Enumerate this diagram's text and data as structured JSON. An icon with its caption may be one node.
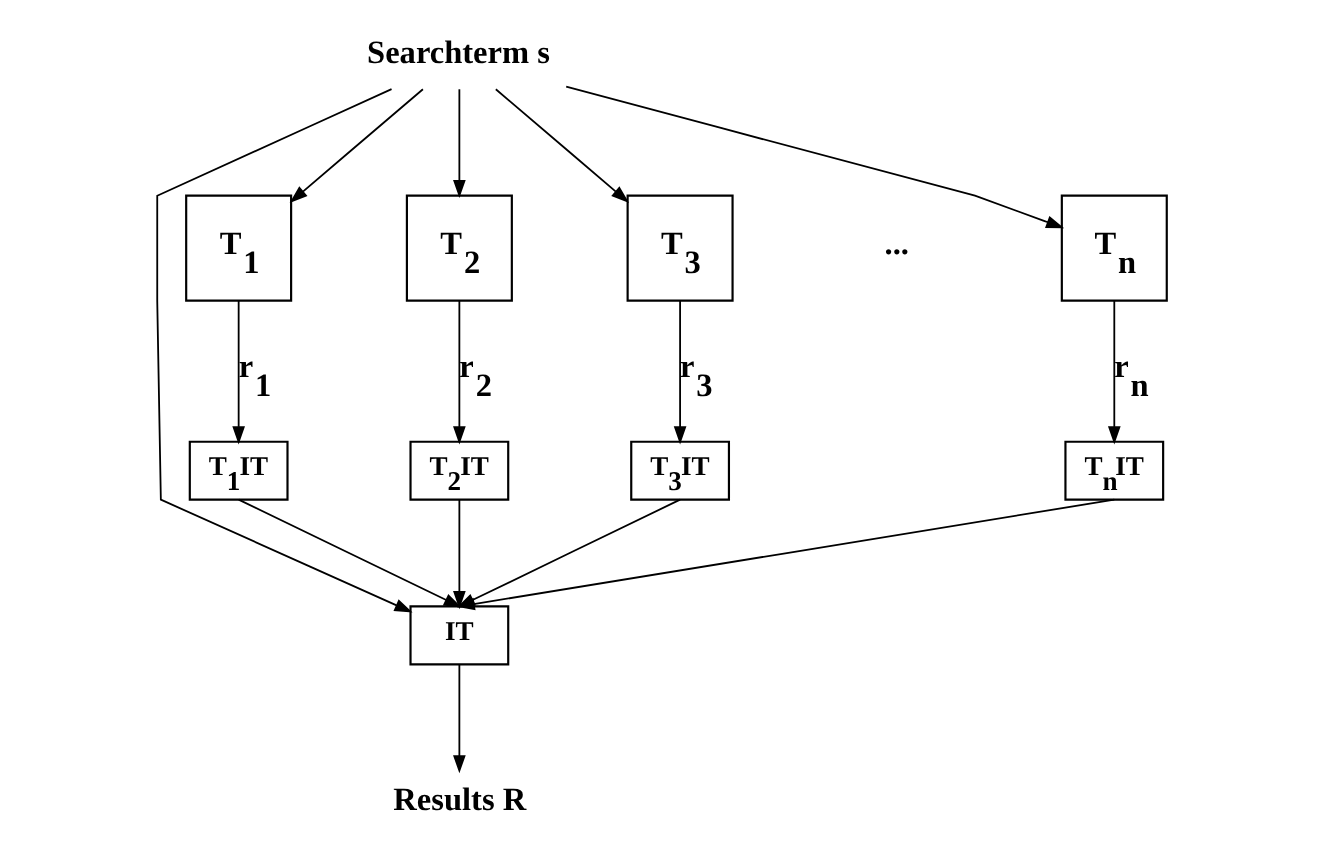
{
  "diagram": {
    "nodes": [
      {
        "text": [
          "Searchterm s"
        ]
      },
      {
        "text": [
          "IT"
        ]
      },
      {
        "text": [
          "T$_{1}$"
        ]
      },
      {
        "text": [
          "T$_{2}$"
        ]
      },
      {
        "text": [
          "T$_{3}$"
        ]
      },
      {
        "text": [
          "T$_{n}$"
        ]
      },
      {
        "text": [
          "T$_{1}$IT"
        ]
      },
      {
        "text": [
          "T$_{2}$IT"
        ]
      },
      {
        "text": [
          "T$_{3}$IT"
        ]
      },
      {
        "text": [
          "T$_{n}$IT"
        ]
      },
      {
        "text": [
          "Results R"
        ]
      }
    ],
    "edges": [
      {
        "from": 0,
        "to": 1,
        "arrow": "to"
      },
      {
        "from": 0,
        "to": 2,
        "arrow": "to"
      },
      {
        "from": 0,
        "to": 3,
        "arrow": "to"
      },
      {
        "from": 0,
        "to": 4,
        "arrow": "to"
      },
      {
        "from": 0,
        "to": 5,
        "arrow": "to"
      },
      {
        "from": 2,
        "to": 6,
        "arrow": "to",
        "label": "r$_{1}$"
      },
      {
        "from": 3,
        "to": 7,
        "arrow": "to",
        "label": "r$_{2}$"
      },
      {
        "from": 4,
        "to": 8,
        "arrow": "to",
        "label": "r$_{3}$"
      },
      {
        "from": 5,
        "to": 9,
        "arrow": "to",
        "label": "r$_{n}$"
      },
      {
        "from": 6,
        "to": 1,
        "arrow": "to"
      },
      {
        "from": 7,
        "to": 1,
        "arrow": "to"
      },
      {
        "from": 8,
        "to": 1,
        "arrow": "to"
      },
      {
        "from": 9,
        "to": 1,
        "arrow": "to"
      },
      {
        "from": 1,
        "to": 10,
        "arrow": "to"
      }
    ],
    "labels": [
      "..."
    ]
  }
}
